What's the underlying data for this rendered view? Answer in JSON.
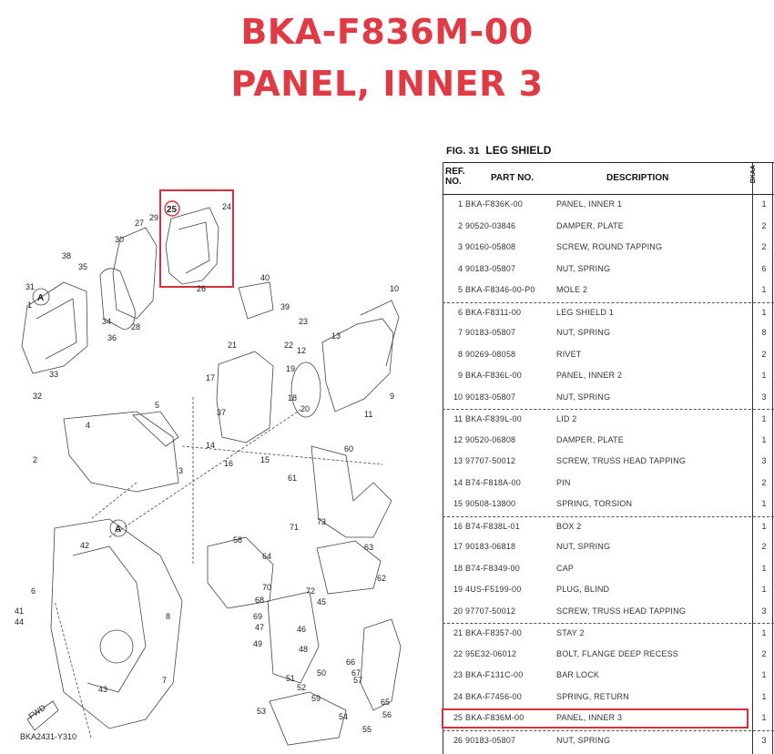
{
  "heading": {
    "part_number": "BKA-F836M-00",
    "part_name": "PANEL, INNER 3"
  },
  "colors": {
    "title_red": "#e03a45",
    "highlight_red": "#d5303b"
  },
  "figure": {
    "label": "FIG. 31",
    "name": "LEG SHIELD",
    "code": "BKA2431-Y310",
    "fwd_label": "FWD",
    "callout_letter": "A",
    "highlighted_ref": "25"
  },
  "table": {
    "header": {
      "ref": "REF. NO.",
      "part": "PART NO.",
      "description": "DESCRIPTION",
      "col": "BKAA"
    },
    "rows": [
      {
        "ref": "1",
        "part": "BKA-F836K-00",
        "desc": "PANEL, INNER 1",
        "qty": "1"
      },
      {
        "ref": "2",
        "part": "90520-03846",
        "desc": "DAMPER, PLATE",
        "qty": "2"
      },
      {
        "ref": "3",
        "part": "90160-05808",
        "desc": "SCREW, ROUND TAPPING",
        "qty": "2"
      },
      {
        "ref": "4",
        "part": "90183-05807",
        "desc": "NUT, SPRING",
        "qty": "6"
      },
      {
        "ref": "5",
        "part": "BKA-F8346-00-P0",
        "desc": "MOLE 2",
        "qty": "1"
      },
      {
        "ref": "6",
        "part": "BKA-F8311-00",
        "desc": "LEG SHIELD 1",
        "qty": "1"
      },
      {
        "ref": "7",
        "part": "90183-05807",
        "desc": "NUT, SPRING",
        "qty": "8"
      },
      {
        "ref": "8",
        "part": "90269-08058",
        "desc": "RIVET",
        "qty": "2"
      },
      {
        "ref": "9",
        "part": "BKA-F836L-00",
        "desc": "PANEL, INNER 2",
        "qty": "1"
      },
      {
        "ref": "10",
        "part": "90183-05807",
        "desc": "NUT, SPRING",
        "qty": "3"
      },
      {
        "ref": "11",
        "part": "BKA-F839L-00",
        "desc": "LID 2",
        "qty": "1"
      },
      {
        "ref": "12",
        "part": "90520-06808",
        "desc": "DAMPER, PLATE",
        "qty": "1"
      },
      {
        "ref": "13",
        "part": "97707-50012",
        "desc": "SCREW, TRUSS HEAD TAPPING",
        "qty": "3"
      },
      {
        "ref": "14",
        "part": "B74-F818A-00",
        "desc": "PIN",
        "qty": "2"
      },
      {
        "ref": "15",
        "part": "90508-13800",
        "desc": "SPRING, TORSION",
        "qty": "1"
      },
      {
        "ref": "16",
        "part": "B74-F838L-01",
        "desc": "BOX 2",
        "qty": "1"
      },
      {
        "ref": "17",
        "part": "90183-06818",
        "desc": "NUT, SPRING",
        "qty": "2"
      },
      {
        "ref": "18",
        "part": "B74-F8349-00",
        "desc": "CAP",
        "qty": "1"
      },
      {
        "ref": "19",
        "part": "4US-F5199-00",
        "desc": "PLUG, BLIND",
        "qty": "1"
      },
      {
        "ref": "20",
        "part": "97707-50012",
        "desc": "SCREW, TRUSS HEAD TAPPING",
        "qty": "3"
      },
      {
        "ref": "21",
        "part": "BKA-F8357-00",
        "desc": "STAY 2",
        "qty": "1"
      },
      {
        "ref": "22",
        "part": "95E32-06012",
        "desc": "BOLT, FLANGE DEEP RECESS",
        "qty": "2"
      },
      {
        "ref": "23",
        "part": "BKA-F131C-00",
        "desc": "BAR LOCK",
        "qty": "1"
      },
      {
        "ref": "24",
        "part": "BKA-F7456-00",
        "desc": "SPRING, RETURN",
        "qty": "1"
      },
      {
        "ref": "25",
        "part": "BKA-F836M-00",
        "desc": "PANEL, INNER 3",
        "qty": "1"
      },
      {
        "ref": "26",
        "part": "90183-05807",
        "desc": "NUT, SPRING",
        "qty": "3"
      }
    ]
  },
  "diagram_labels": [
    "1",
    "2",
    "3",
    "4",
    "5",
    "6",
    "7",
    "8",
    "9",
    "10",
    "11",
    "12",
    "13",
    "14",
    "15",
    "16",
    "17",
    "18",
    "19",
    "20",
    "21",
    "22",
    "23",
    "24",
    "26",
    "27",
    "28",
    "29",
    "30",
    "31",
    "32",
    "33",
    "34",
    "35",
    "36",
    "37",
    "38",
    "39",
    "40",
    "41",
    "42",
    "43",
    "44",
    "45",
    "46",
    "47",
    "48",
    "49",
    "50",
    "51",
    "52",
    "53",
    "54",
    "55",
    "56",
    "57",
    "58",
    "59",
    "60",
    "61",
    "62",
    "63",
    "64",
    "65",
    "66",
    "67",
    "68",
    "69",
    "70",
    "71",
    "72",
    "73"
  ]
}
